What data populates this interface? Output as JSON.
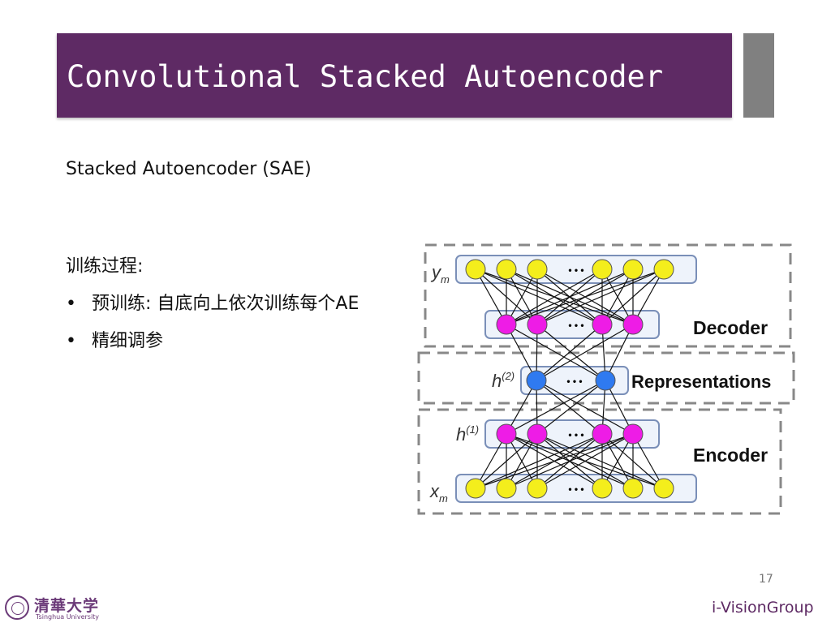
{
  "slide": {
    "title": "Convolutional Stacked Autoencoder",
    "subtitle": "Stacked Autoencoder (SAE)",
    "section_heading": "训练过程:",
    "bullets": [
      {
        "marker": "•",
        "text": "预训练: 自底向上依次训练每个AE"
      },
      {
        "marker": "•",
        "text": "精细调参"
      }
    ],
    "page_number": "17"
  },
  "diagram": {
    "labels": {
      "output": "y",
      "output_sub": "m",
      "h2": "h",
      "h2_sup": "(2)",
      "h1": "h",
      "h1_sup": "(1)",
      "input": "x",
      "input_sub": "m",
      "decoder": "Decoder",
      "representations": "Representations",
      "encoder": "Encoder",
      "ellipsis": "• • •"
    },
    "colors": {
      "output_input_nodes": "#f4ee1c",
      "hidden1_nodes": "#ee1ce6",
      "repr_nodes": "#2f7af0",
      "layer_box": "#7a8fb8",
      "dashed_border": "#888888"
    }
  },
  "footer": {
    "logo_cn": "清華大学",
    "logo_en": "Tsinghua University",
    "brand": "i-VisionGroup"
  },
  "colors": {
    "title_bar": "#5e2a64",
    "title_accent": "#808080"
  }
}
